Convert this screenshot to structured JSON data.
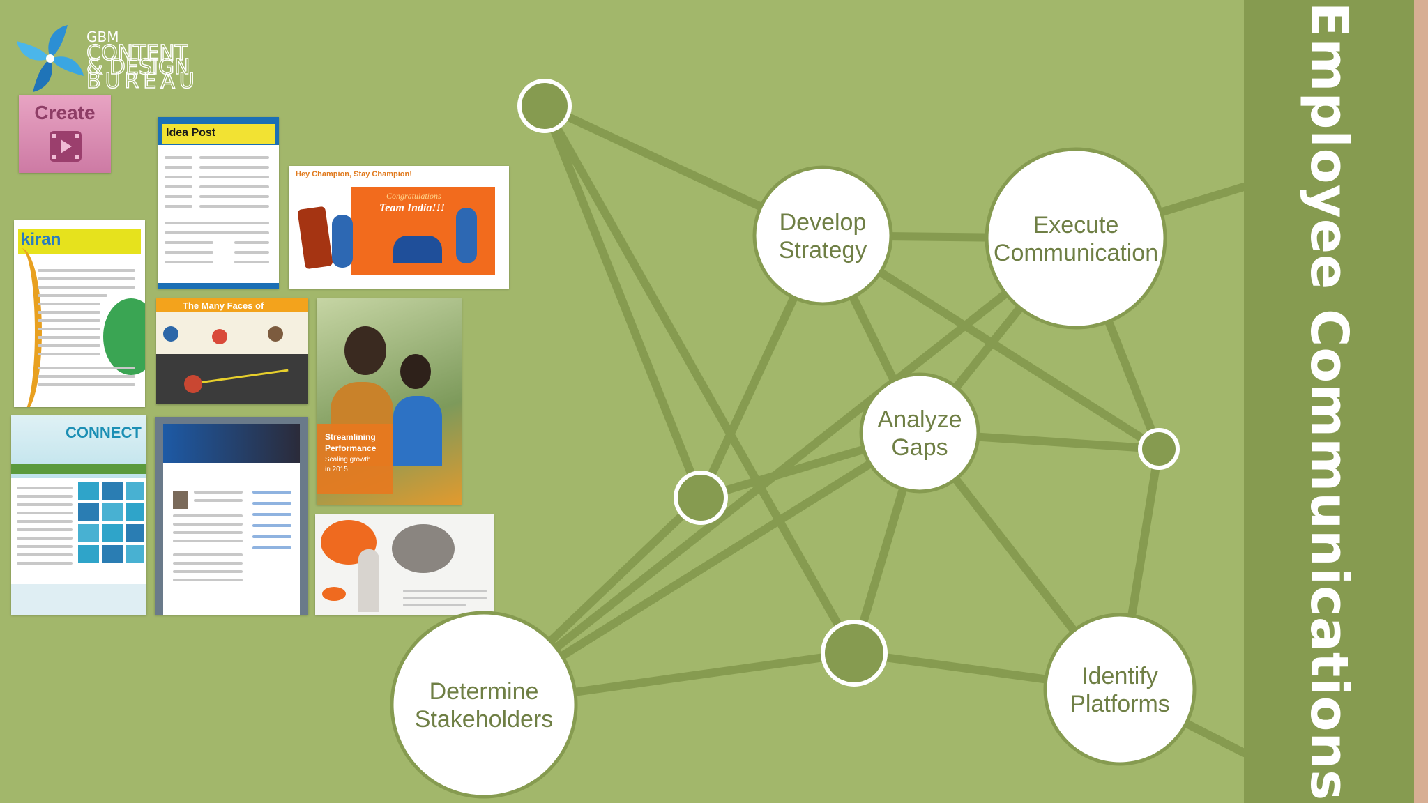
{
  "logo": {
    "small": "GBM",
    "line1": "CONTENT",
    "line2": "& DESIGN",
    "line3": "BUREAU"
  },
  "create": {
    "label": "Create"
  },
  "thumbnails": {
    "idea_post": {
      "title": "Idea Post"
    },
    "champion": {
      "header": "Hey Champion, Stay Champion!",
      "line1": "Congratulations",
      "line2": "Team India!!!"
    },
    "kiran": {
      "title": "kiran"
    },
    "many_faces": {
      "title": "The Many Faces of"
    },
    "streamlining": {
      "line1": "Streamlining",
      "line2": "Performance",
      "line3": "Scaling growth",
      "line4": "in 2015"
    },
    "connect": {
      "title": "CONNECT"
    }
  },
  "diagram": {
    "title": "Employee Communications",
    "nodes": [
      {
        "id": "develop",
        "lines": [
          "Develop",
          "Strategy"
        ]
      },
      {
        "id": "execute",
        "lines": [
          "Execute",
          "Communication"
        ]
      },
      {
        "id": "analyze",
        "lines": [
          "Analyze",
          "Gaps"
        ]
      },
      {
        "id": "stakeholders",
        "lines": [
          "Determine",
          "Stakeholders"
        ]
      },
      {
        "id": "platforms",
        "lines": [
          "Identify",
          "Platforms"
        ]
      }
    ]
  },
  "colors": {
    "background": "#a2b76b",
    "panel": "#869b50",
    "edge_accent": "#d7ae94",
    "network_line": "#869b50",
    "node_fill": "#ffffff",
    "node_text": "#6f7f45"
  }
}
